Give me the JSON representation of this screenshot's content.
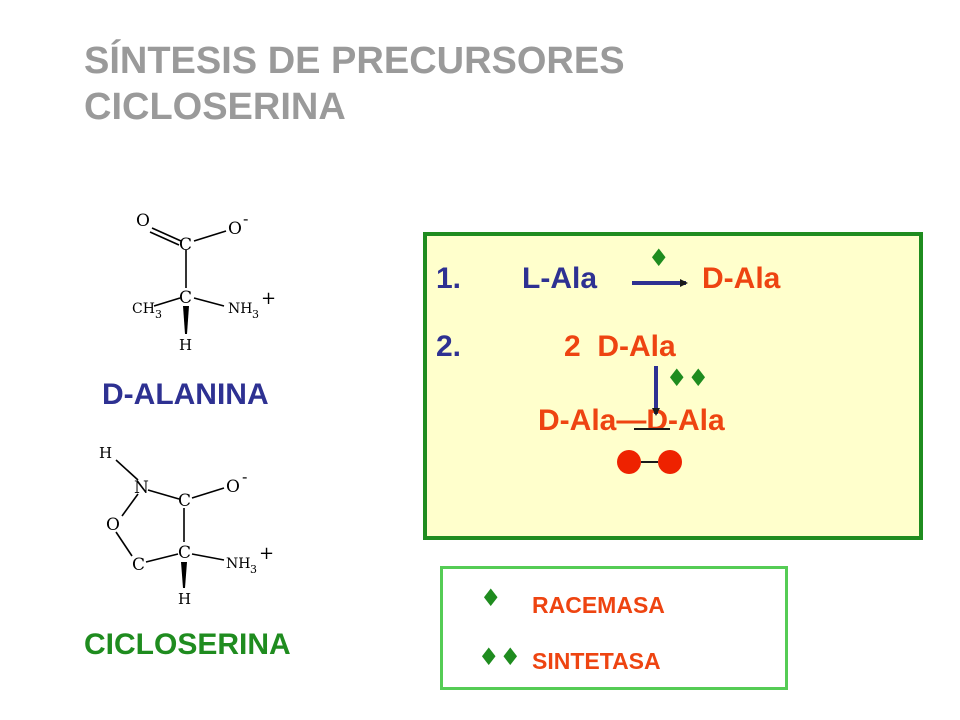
{
  "title": {
    "line1": "SÍNTESIS DE PRECURSORES",
    "line2": "CICLOSERINA"
  },
  "structures": {
    "alanine": {
      "label": "D-ALANINA",
      "atoms": {
        "o_double": "O",
        "c_carboxyl": "C",
        "o_minus": "O",
        "minus": "-",
        "c_alpha": "C",
        "ch3": "CH",
        "ch3_sub": "3",
        "nh3": "NH",
        "nh3_sub": "3",
        "plus": "+",
        "h": "H"
      }
    },
    "cycloserine": {
      "label": "CICLOSERINA",
      "atoms": {
        "h_top": "H",
        "n": "N",
        "c_carboxyl": "C",
        "o_minus": "O",
        "minus": "-",
        "o_ring": "O",
        "c_alpha": "C",
        "c_ring": "C",
        "nh3": "NH",
        "nh3_sub": "3",
        "plus": "+",
        "h_bottom": "H"
      }
    }
  },
  "reactions": {
    "step1": {
      "number": "1.",
      "substrate": "L-Ala",
      "product": "D-Ala",
      "enzyme_symbol": "♦"
    },
    "step2": {
      "number": "2.",
      "substrate": "2  D-Ala",
      "product": "D-Ala—D-Ala",
      "enzyme_symbol": "♦♦"
    }
  },
  "legend": {
    "items": [
      {
        "symbol": "♦",
        "label": "RACEMASA"
      },
      {
        "symbol": "♦♦",
        "label": "SINTETASA"
      }
    ]
  },
  "colors": {
    "title": "#9a9a9a",
    "blue_text": "#2e3192",
    "green_text": "#1f8c1f",
    "red_text": "#ee4411",
    "box_fill": "#ffffcc",
    "box_border": "#1f8c1f",
    "legend_border": "#55cc55"
  }
}
